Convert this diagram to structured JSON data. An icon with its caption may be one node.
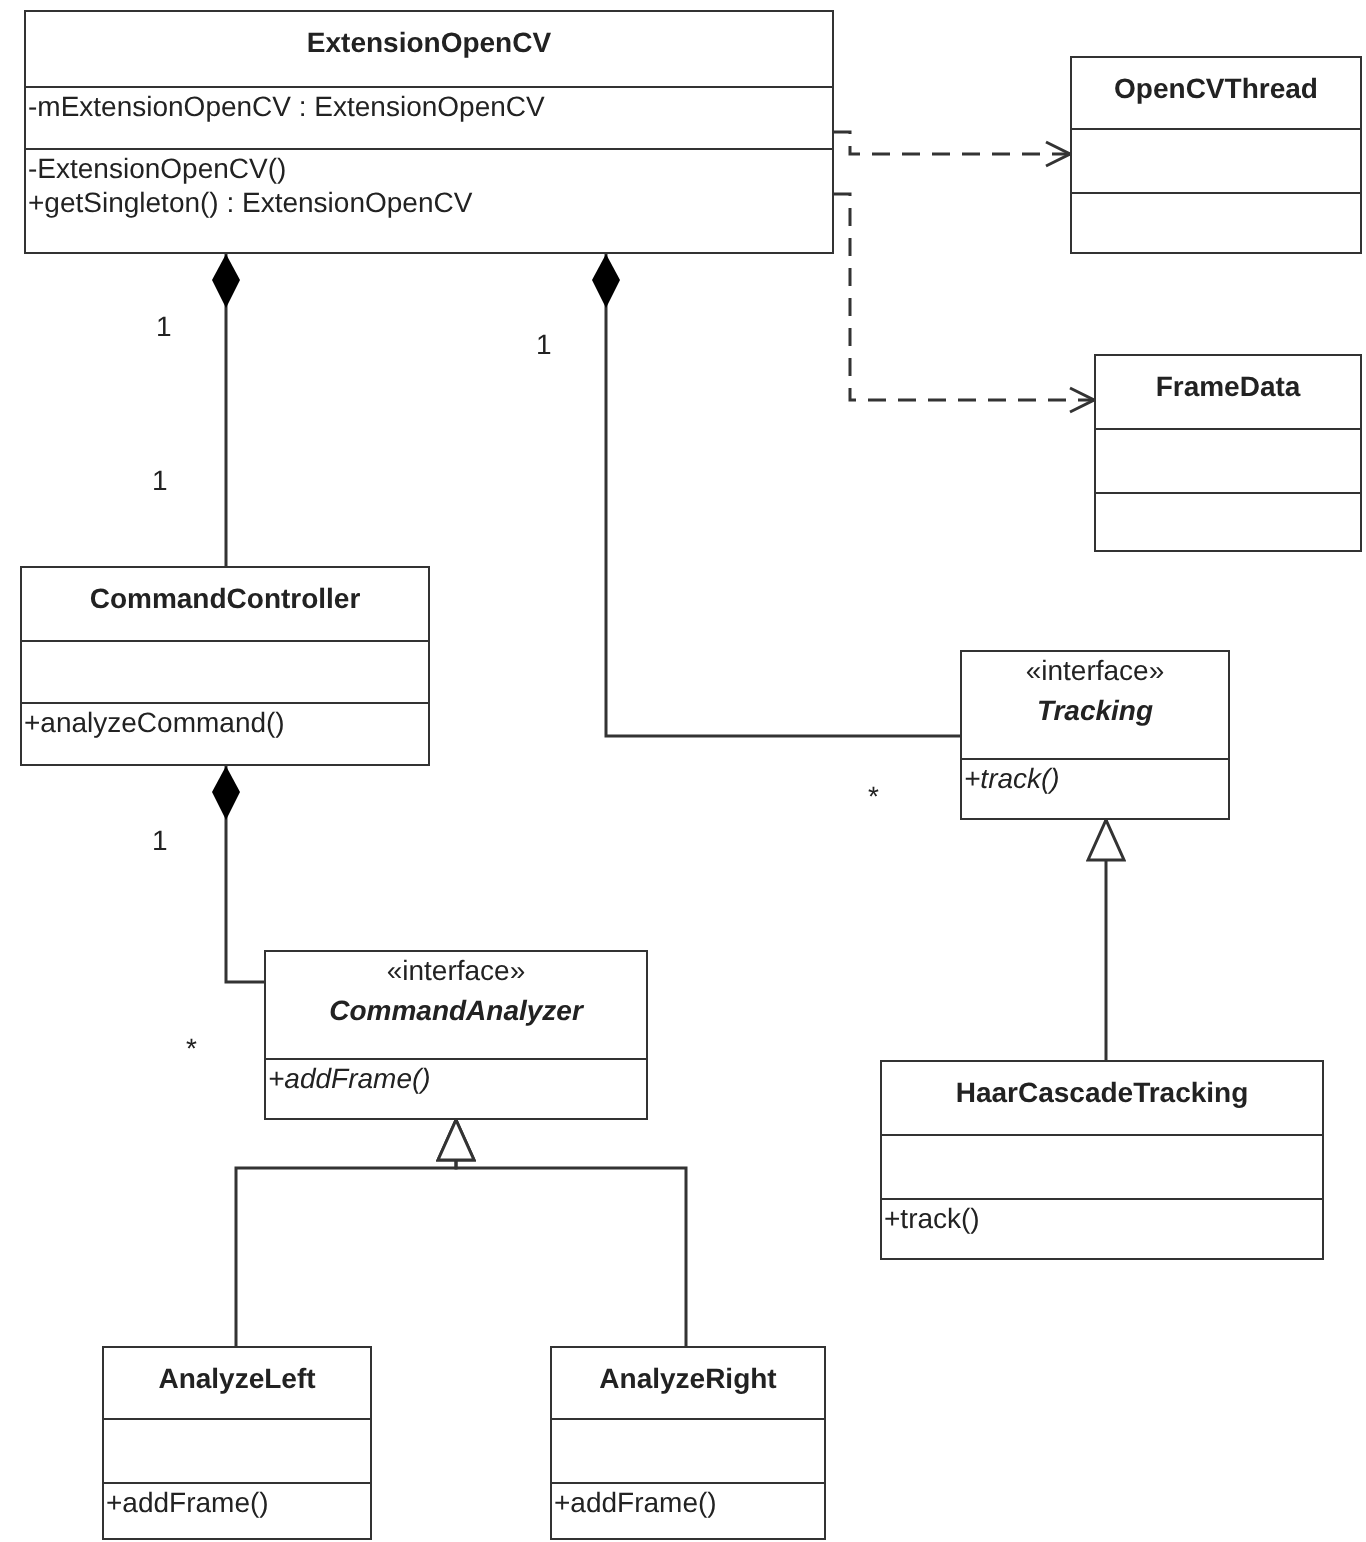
{
  "diagram": {
    "nodes": [
      {
        "text": [
          "ExtensionOpenCV",
          "-mExtensionOpenCV : ExtensionOpenCV",
          "-ExtensionOpenCV()",
          "+getSingleton() : ExtensionOpenCV"
        ]
      },
      {
        "text": [
          "OpenCVThread"
        ]
      },
      {
        "text": [
          "FrameData"
        ]
      },
      {
        "text": [
          "CommandController",
          "+analyzeCommand()"
        ]
      },
      {
        "text": [
          "«interface»",
          "Tracking",
          "+track()"
        ]
      },
      {
        "text": [
          "«interface»",
          "CommandAnalyzer",
          "+addFrame()"
        ]
      },
      {
        "text": [
          "HaarCascadeTracking",
          "+track()"
        ]
      },
      {
        "text": [
          "AnalyzeLeft",
          "+addFrame()"
        ]
      },
      {
        "text": [
          "AnalyzeRight",
          "+addFrame()"
        ]
      }
    ],
    "edges": [
      {
        "from": 0,
        "to": 1,
        "arrow": "to",
        "style": "dashed"
      },
      {
        "from": 0,
        "to": 2,
        "arrow": "to",
        "style": "dashed"
      },
      {
        "from": 0,
        "to": 3,
        "arrow": "other"
      },
      {
        "from": 0,
        "to": 4,
        "arrow": "other"
      },
      {
        "from": 3,
        "to": 5,
        "arrow": "other"
      },
      {
        "from": 6,
        "to": 4,
        "arrow": "to"
      },
      {
        "from": 7,
        "to": 5,
        "arrow": "to"
      },
      {
        "from": 8,
        "to": 5,
        "arrow": "to"
      }
    ],
    "labels": [
      "1",
      "1",
      "1",
      "*",
      "1",
      "*"
    ]
  }
}
